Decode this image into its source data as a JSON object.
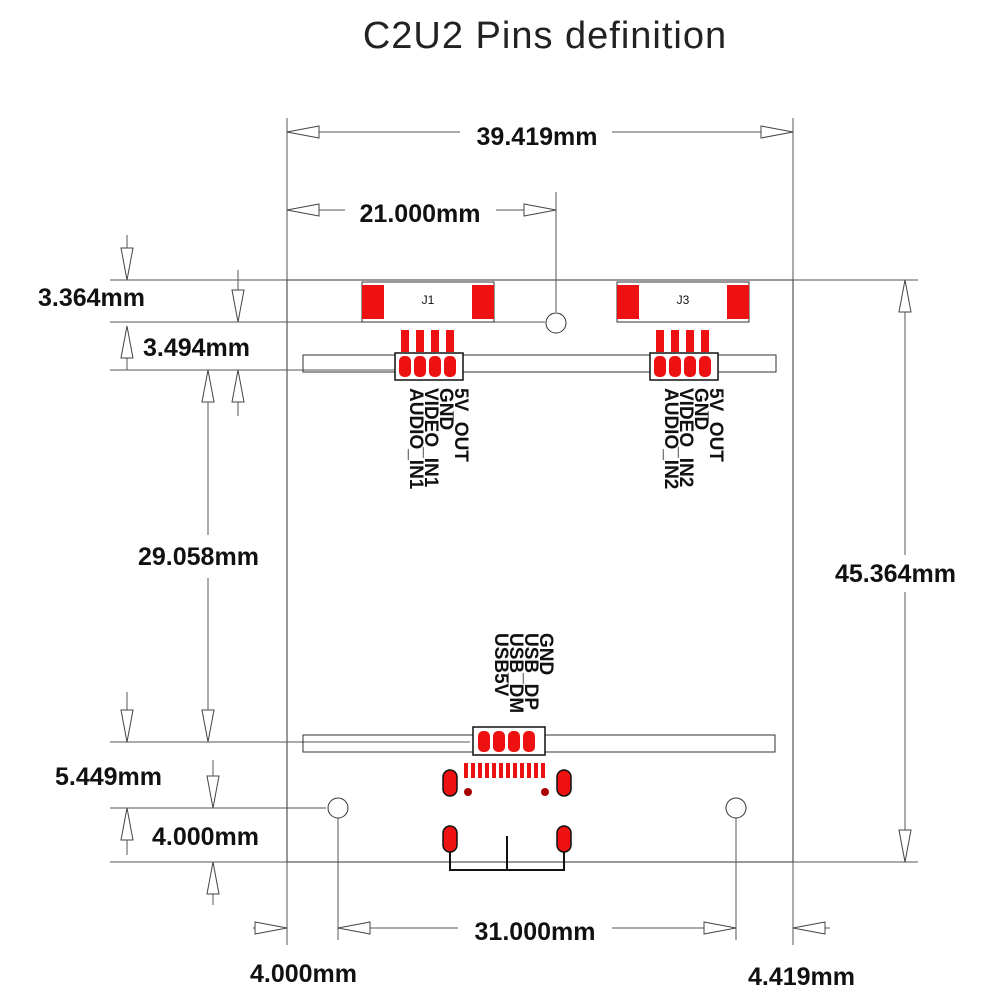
{
  "title": "C2U2  Pins definition",
  "dimensions": {
    "width_total": "39.419mm",
    "width_to_center": "21.000mm",
    "top_edge_to_connector": "3.364mm",
    "connector_to_header": "3.494mm",
    "header_spacing": "29.058mm",
    "height_total": "45.364mm",
    "bottom_header_to_hole": "5.449mm",
    "hole_to_bottom_edge": "4.000mm",
    "hole_spacing": "31.000mm",
    "left_hole_offset": "4.000mm",
    "right_hole_offset": "4.419mm"
  },
  "connectors": {
    "j1": "J1",
    "j3": "J3"
  },
  "pins_j1": [
    "5V_OUT",
    "GND",
    "VIDEO_IN1",
    "AUDIO_IN1"
  ],
  "pins_j3": [
    "5V_OUT",
    "GND",
    "VIDEO_IN2",
    "AUDIO_IN2"
  ],
  "pins_usb": [
    "GND",
    "USB_DP",
    "USB_DM",
    "USB5V"
  ],
  "colors": {
    "pad": "#ee1111",
    "line": "#333333"
  }
}
